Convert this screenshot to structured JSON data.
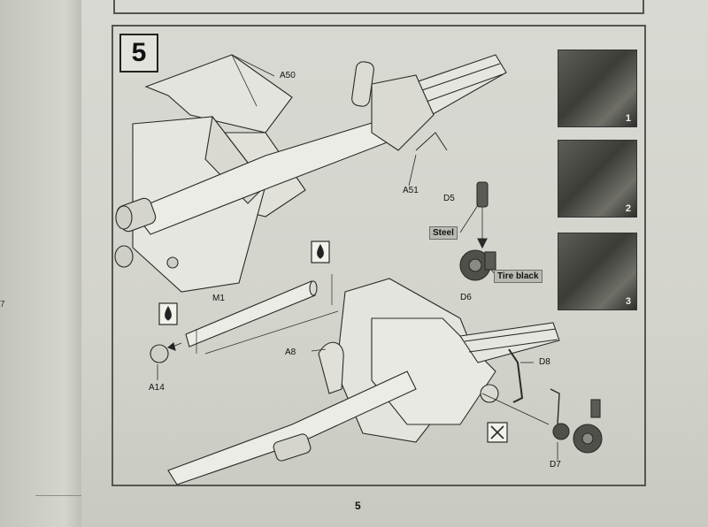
{
  "left_page": {
    "fragment_text": "7"
  },
  "step": {
    "number": "5"
  },
  "parts": {
    "a50": "A50",
    "a51": "A51",
    "d5": "D5",
    "d6": "D6",
    "m1": "M1",
    "a8": "A8",
    "a14": "A14",
    "d8": "D8",
    "d7": "D7"
  },
  "paint": {
    "steel": "Steel",
    "tire_black": "Tire black"
  },
  "photos": [
    {
      "label": "1"
    },
    {
      "label": "2"
    },
    {
      "label": "3"
    }
  ],
  "page_number": "5",
  "icons": [
    "glue-drop-icon",
    "glue-drop-icon",
    "tweezers-cross-icon"
  ],
  "colors": {
    "paper": "#d3d4cc",
    "ink": "#222222",
    "photo": "#4a4a45"
  }
}
